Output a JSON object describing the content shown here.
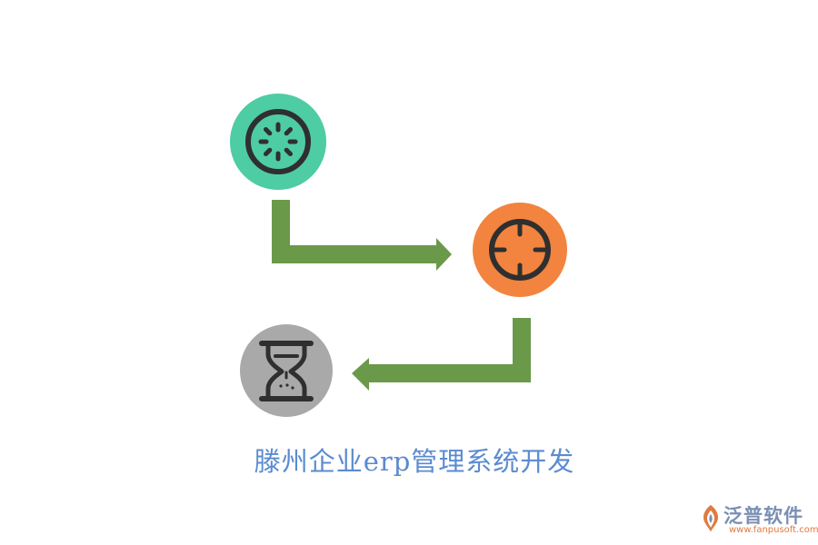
{
  "caption": "滕州企业erp管理系统开发",
  "brand": {
    "name": "泛普软件",
    "url": "www.fanpusoft.com"
  },
  "steps": [
    {
      "icon": "loading-icon",
      "color": "#4ecca3"
    },
    {
      "icon": "target-icon",
      "color": "#f2843f"
    },
    {
      "icon": "hourglass-icon",
      "color": "#a9a9a9"
    }
  ],
  "colors": {
    "arrow": "#6a994a",
    "icon_stroke": "#2f2f2f",
    "caption": "#5b8bd0"
  }
}
